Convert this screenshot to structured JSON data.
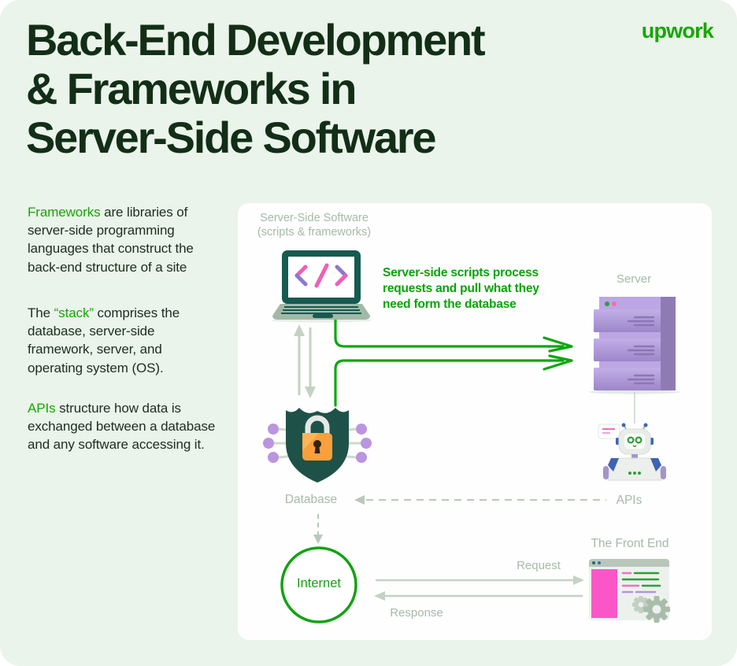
{
  "header": {
    "title_lines": [
      "Back-End Development",
      "& Frameworks in",
      "Server-Side Software"
    ],
    "logo": "upwork"
  },
  "sidebar": {
    "paragraphs": [
      {
        "pre": "",
        "highlight": "Frameworks",
        "post": " are libraries of server-side programming languages that construct the back-end structure of a site"
      },
      {
        "pre": "The ",
        "highlight": "“stack”",
        "post": " comprises the database, server-side framework, server, and operating system (OS)."
      },
      {
        "pre": "",
        "highlight": "APIs",
        "post": " structure how data is exchanged between a database and any software accessing it."
      }
    ]
  },
  "diagram": {
    "annotation_lines": [
      "Server-side scripts process",
      "requests and pull what they",
      "need form the database"
    ],
    "nodes": {
      "server_side_software": {
        "label_lines": [
          "Server-Side Software",
          "(scripts & frameworks)"
        ],
        "icon": "laptop-code-icon"
      },
      "server": {
        "label": "Server",
        "icon": "server-rack-icon"
      },
      "database": {
        "label": "Database",
        "icon": "shield-lock-icon"
      },
      "apis": {
        "label": "APIs",
        "icon": "robot-icon"
      },
      "internet": {
        "label": "Internet",
        "icon": "internet-circle-icon"
      },
      "front_end": {
        "label": "The Front End",
        "icon": "browser-window-gear-icon"
      }
    },
    "edges": {
      "request_label": "Request",
      "response_label": "Response"
    }
  },
  "colors": {
    "background": "#eaf4ea",
    "panel": "#fdfefd",
    "title_dark_green": "#132e17",
    "brand_green": "#14a800",
    "annotation_green": "#0ba30b",
    "connector_green": "#0fa60f",
    "label_gray_green": "#a7b9a9",
    "arrow_gray": "#c3d2c4",
    "shield_teal": "#1e5248",
    "lock_orange": "#f9a03c",
    "server_purple": "#bca6e4",
    "server_purple_dark": "#8f7bb4",
    "circuit_dot_purple": "#bb95df",
    "front_end_pink": "#fa56c8",
    "code_pink": "#f05fb7",
    "code_purple": "#8b7aca"
  }
}
